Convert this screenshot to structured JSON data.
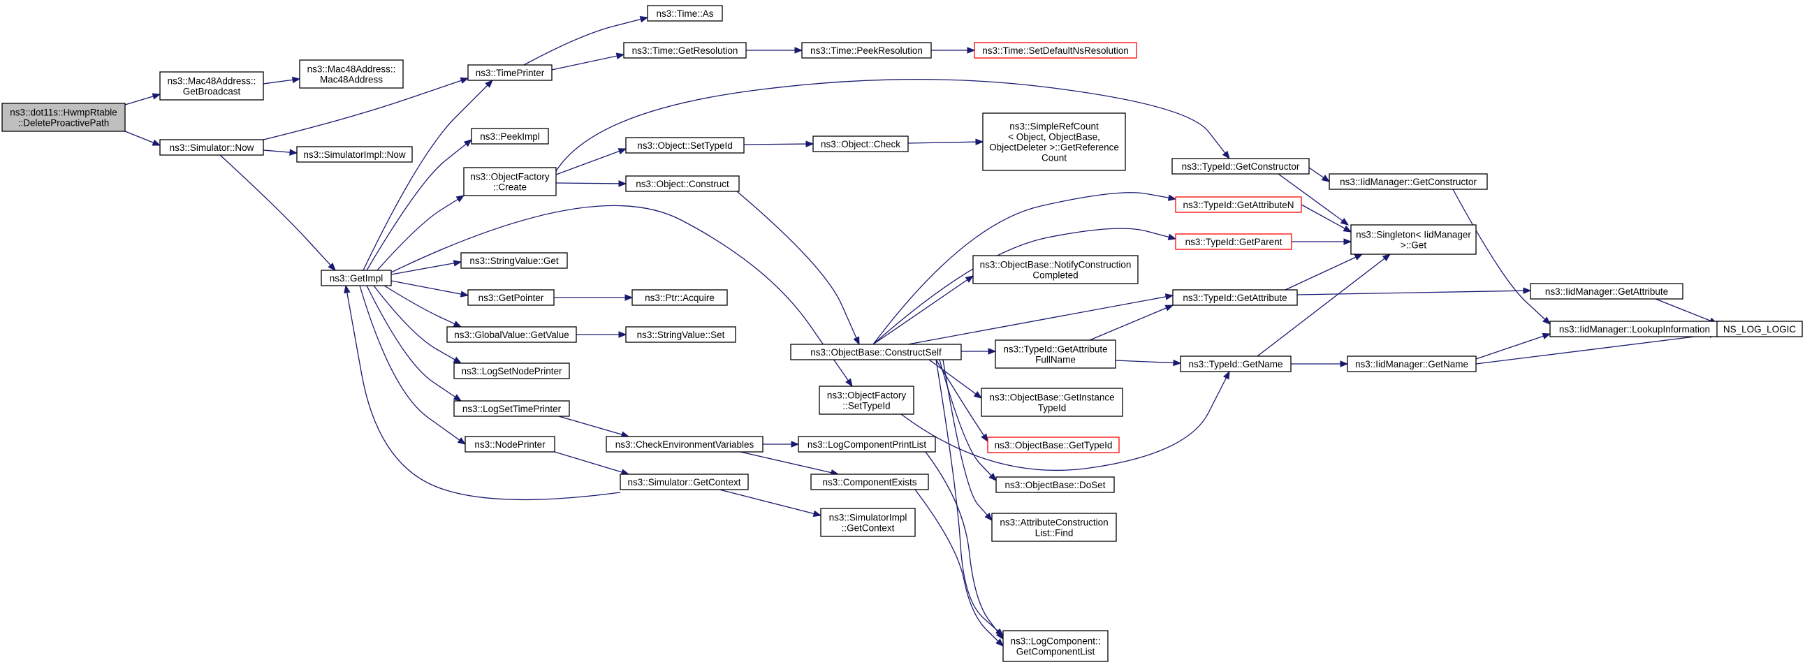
{
  "colors": {
    "edge": "#191970",
    "node_border": "#000000",
    "truncated_border": "#ff0000",
    "root_fill": "#bfbfbf",
    "node_fill": "#ffffff"
  },
  "nodes": {
    "root": [
      "ns3::dot11s::HwmpRtable",
      "::DeleteProactivePath"
    ],
    "mac_getbroadcast": [
      "ns3::Mac48Address::",
      "GetBroadcast"
    ],
    "mac_ctor": [
      "ns3::Mac48Address::",
      "Mac48Address"
    ],
    "sim_now": [
      "ns3::Simulator::Now"
    ],
    "simimpl_now": [
      "ns3::SimulatorImpl::Now"
    ],
    "timeprinter": [
      "ns3::TimePrinter"
    ],
    "time_as": [
      "ns3::Time::As"
    ],
    "time_getres": [
      "ns3::Time::GetResolution"
    ],
    "time_peekres": [
      "ns3::Time::PeekResolution"
    ],
    "time_setdefault": [
      "ns3::Time::SetDefaultNsResolution"
    ],
    "peekimpl": [
      "ns3::PeekImpl"
    ],
    "objfactory_create": [
      "ns3::ObjectFactory",
      "::Create"
    ],
    "obj_settypeid": [
      "ns3::Object::SetTypeId"
    ],
    "obj_check": [
      "ns3::Object::Check"
    ],
    "simplerefcount": [
      "ns3::SimpleRefCount",
      "< Object, ObjectBase,",
      "ObjectDeleter >::GetReference",
      "Count"
    ],
    "obj_construct": [
      "ns3::Object::Construct"
    ],
    "getimpl": [
      "ns3::GetImpl"
    ],
    "stringvalue_get": [
      "ns3::StringValue::Get"
    ],
    "getpointer": [
      "ns3::GetPointer"
    ],
    "ptr_acquire": [
      "ns3::Ptr::Acquire"
    ],
    "globalvalue_getvalue": [
      "ns3::GlobalValue::GetValue"
    ],
    "stringvalue_set": [
      "ns3::StringValue::Set"
    ],
    "logsetnodeprinter": [
      "ns3::LogSetNodePrinter"
    ],
    "logsettimeprinter": [
      "ns3::LogSetTimePrinter"
    ],
    "nodeprinter": [
      "ns3::NodePrinter"
    ],
    "checkenv": [
      "ns3::CheckEnvironmentVariables"
    ],
    "sim_getcontext": [
      "ns3::Simulator::GetContext"
    ],
    "logcomponentprintlist": [
      "ns3::LogComponentPrintList"
    ],
    "componentexists": [
      "ns3::ComponentExists"
    ],
    "simimpl_getcontext": [
      "ns3::SimulatorImpl",
      "::GetContext"
    ],
    "objfactory_settypeid": [
      "ns3::ObjectFactory",
      "::SetTypeId"
    ],
    "objbase_constructself": [
      "ns3::ObjectBase::ConstructSelf"
    ],
    "objbase_notify": [
      "ns3::ObjectBase::NotifyConstruction",
      "Completed"
    ],
    "typeid_getattrfullname": [
      "ns3::TypeId::GetAttribute",
      "FullName"
    ],
    "objbase_getinstancetypeid": [
      "ns3::ObjectBase::GetInstance",
      "TypeId"
    ],
    "objbase_gettypeid": [
      "ns3::ObjectBase::GetTypeId"
    ],
    "objbase_doset": [
      "ns3::ObjectBase::DoSet"
    ],
    "attrconstruction_find": [
      "ns3::AttributeConstruction",
      "List::Find"
    ],
    "logcomponent_getlist": [
      "ns3::LogComponent::",
      "GetComponentList"
    ],
    "typeid_getconstructor": [
      "ns3::TypeId::GetConstructor"
    ],
    "typeid_getattributen": [
      "ns3::TypeId::GetAttributeN"
    ],
    "typeid_getparent": [
      "ns3::TypeId::GetParent"
    ],
    "typeid_getattribute": [
      "ns3::TypeId::GetAttribute"
    ],
    "typeid_getname": [
      "ns3::TypeId::GetName"
    ],
    "singleton_get": [
      "ns3::Singleton< IidManager",
      ">::Get"
    ],
    "iid_getconstructor": [
      "ns3::IidManager::GetConstructor"
    ],
    "iid_getattribute": [
      "ns3::IidManager::GetAttribute"
    ],
    "iid_lookup": [
      "ns3::IidManager::LookupInformation"
    ],
    "iid_getname": [
      "ns3::IidManager::GetName"
    ],
    "ns_log_logic": [
      "NS_LOG_LOGIC"
    ]
  }
}
